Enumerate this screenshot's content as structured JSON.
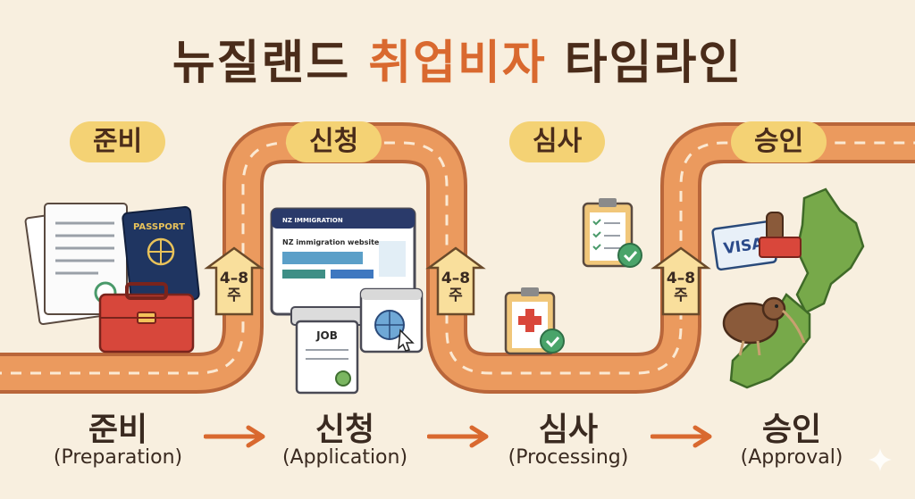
{
  "title": {
    "main": "뉴질랜드",
    "accent": "취업비자",
    "end": "타임라인"
  },
  "stages": [
    {
      "ko": "준비",
      "en": "(Preparation)"
    },
    {
      "ko": "신청",
      "en": "(Application)"
    },
    {
      "ko": "심사",
      "en": "(Processing)"
    },
    {
      "ko": "승인",
      "en": "(Approval)"
    }
  ],
  "durations": [
    {
      "range": "4–8",
      "unit": "주"
    },
    {
      "range": "4–8",
      "unit": "주"
    },
    {
      "range": "4–8",
      "unit": "주"
    }
  ],
  "illustrations": {
    "passport_label": "PASSPORT",
    "website_brand": "NZ IMMIGRATION",
    "website_title": "NZ immigration website",
    "job_label": "JOB",
    "visa_label": "VISA"
  },
  "colors": {
    "road": "#eb9a5e",
    "road_edge": "#b9663a",
    "pill": "#f4d274",
    "accent": "#d9692f",
    "text": "#3a2a20",
    "background": "#f8efdf",
    "map_green": "#77a94a"
  }
}
